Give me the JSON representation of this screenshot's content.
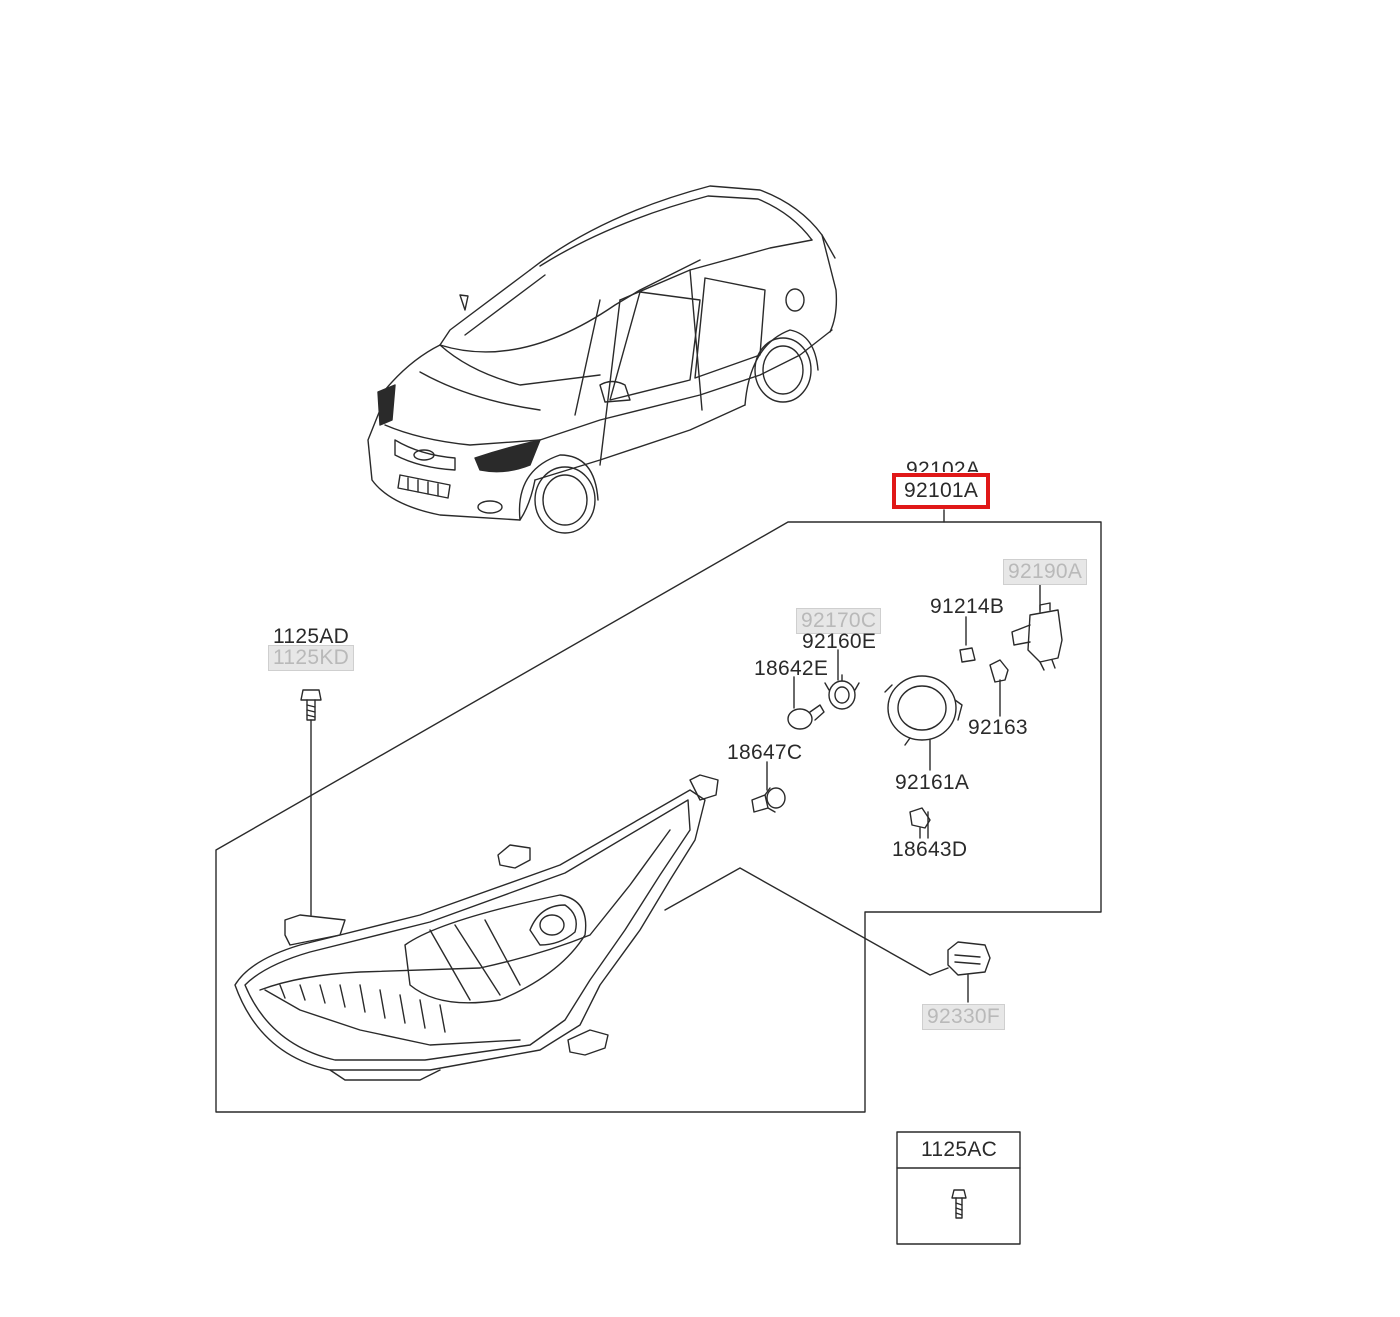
{
  "diagram": {
    "selected_part": "92101A",
    "part_labels": {
      "p92102A": "92102A",
      "p92101A": "92101A",
      "p92190A": "92190A",
      "p92170C": "92170C",
      "p92160E": "92160E",
      "p91214B": "91214B",
      "p18642E": "18642E",
      "p92163": "92163",
      "p18647C": "18647C",
      "p92161A": "92161A",
      "p18643D": "18643D",
      "p1125AD": "1125AD",
      "p1125KD": "1125KD",
      "p92330F": "92330F",
      "p1125AC": "1125AC"
    },
    "colors": {
      "line": "#2a2a2a",
      "highlight": "#e01818",
      "unavailable_bg": "#e7e7e7",
      "unavailable_text": "#b9b9b9"
    },
    "icons": [
      "car-illustration",
      "headlamp-assembly",
      "bolt-icon",
      "bulb-icon",
      "socket-icon",
      "cap-ring-icon",
      "actuator-icon",
      "connector-icon",
      "clip-icon"
    ]
  }
}
